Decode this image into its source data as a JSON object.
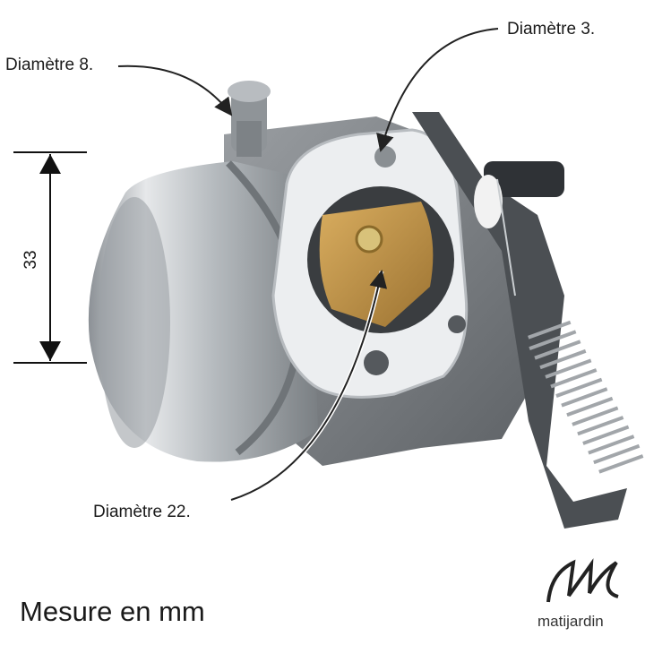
{
  "labels": {
    "diam_8": "Diamètre 8.",
    "diam_3": "Diamètre 3.",
    "diam_22": "Diamètre 22."
  },
  "dimension": {
    "value": "33"
  },
  "footer": {
    "unit_note": "Mesure en mm"
  },
  "brand": {
    "name": "matijardin",
    "logo_letters": "M"
  },
  "colors": {
    "metal_light": "#d9dcdf",
    "metal_dark": "#8d9296",
    "housing": "#6f7479",
    "gasket": "#eceef0",
    "brass": "#c0944a",
    "arrow": "#222222"
  }
}
